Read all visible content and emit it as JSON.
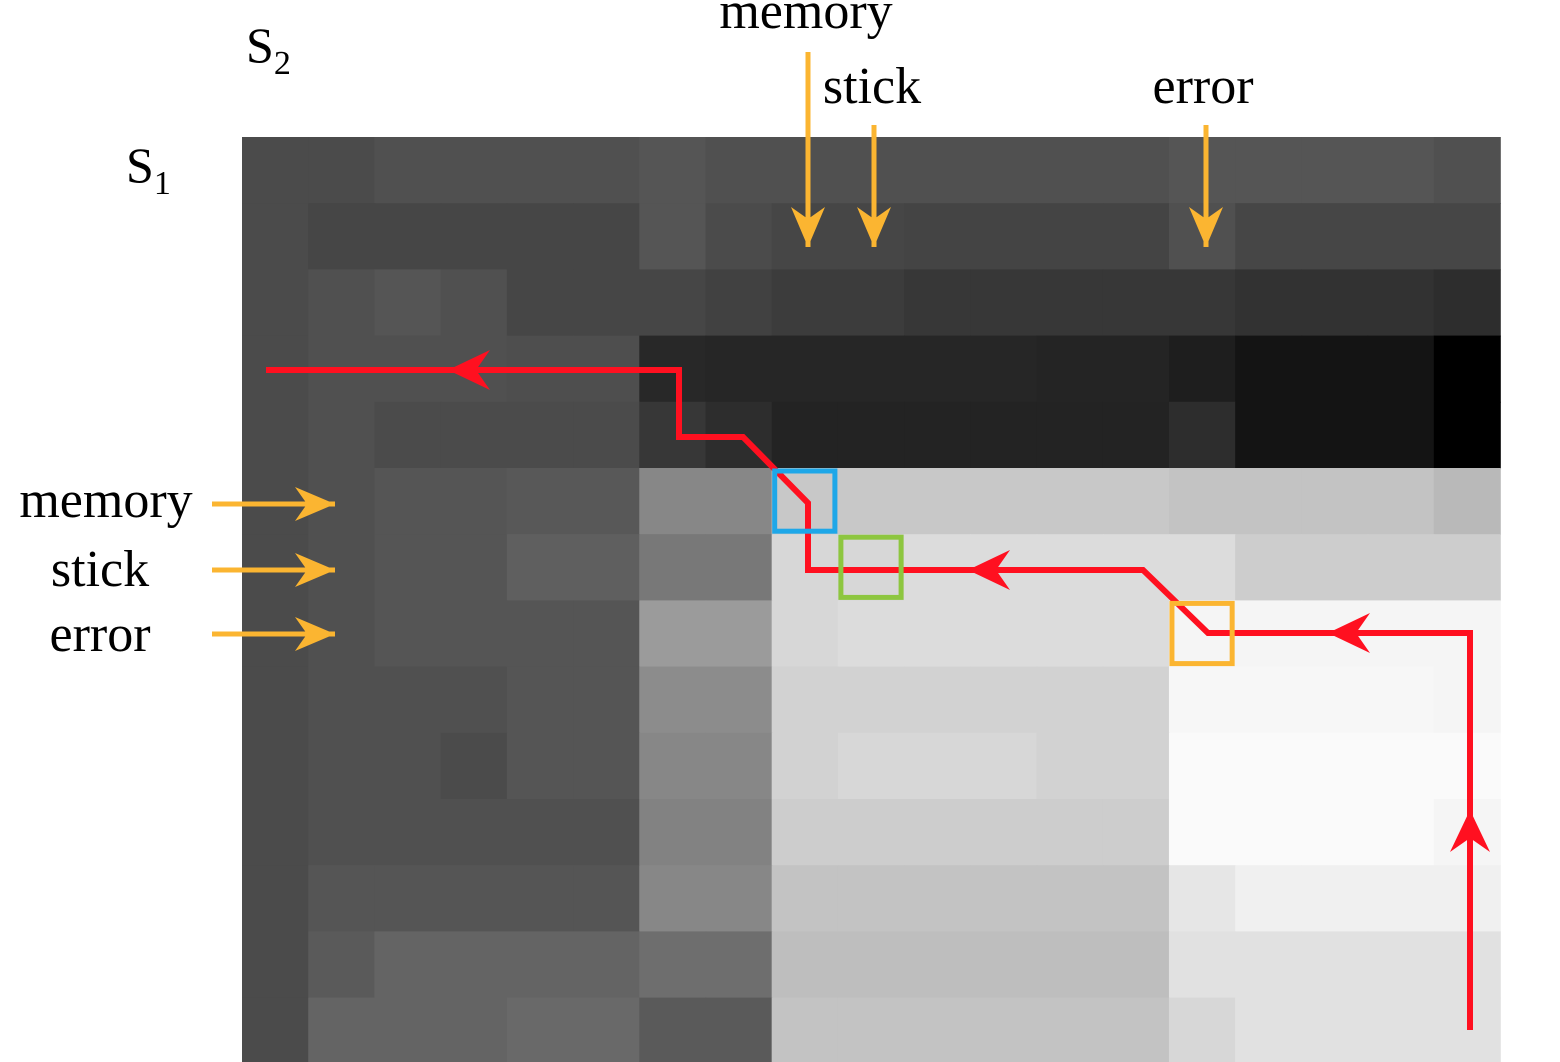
{
  "axes": {
    "s2": {
      "base": "S",
      "sub": "2"
    },
    "s1": {
      "base": "S",
      "sub": "1"
    }
  },
  "top_words": [
    "memory",
    "stick",
    "error"
  ],
  "left_words": [
    "memory",
    "stick",
    "error"
  ],
  "colors": {
    "path": "#ff1020",
    "arrow": "#fbb531",
    "box_blue": "#1ea7e8",
    "box_green": "#8dc63f",
    "box_orange": "#fbb531"
  },
  "matrix": {
    "rows": 14,
    "cols": 19,
    "grays": [
      [
        75,
        75,
        80,
        80,
        80,
        80,
        85,
        80,
        80,
        80,
        80,
        80,
        80,
        80,
        85,
        85,
        85,
        85,
        80
      ],
      [
        75,
        70,
        70,
        70,
        70,
        70,
        85,
        75,
        70,
        70,
        68,
        68,
        68,
        68,
        80,
        70,
        70,
        70,
        70
      ],
      [
        75,
        80,
        85,
        80,
        70,
        70,
        70,
        65,
        60,
        60,
        55,
        55,
        55,
        55,
        55,
        50,
        50,
        50,
        45
      ],
      [
        75,
        80,
        80,
        80,
        78,
        78,
        40,
        38,
        38,
        38,
        38,
        38,
        36,
        36,
        30,
        20,
        20,
        20,
        0
      ],
      [
        75,
        80,
        75,
        75,
        75,
        75,
        55,
        45,
        35,
        35,
        35,
        35,
        35,
        35,
        45,
        20,
        20,
        20,
        0
      ],
      [
        75,
        80,
        85,
        85,
        88,
        88,
        135,
        135,
        200,
        200,
        200,
        200,
        200,
        200,
        195,
        195,
        195,
        195,
        185
      ],
      [
        75,
        80,
        85,
        85,
        95,
        95,
        120,
        120,
        215,
        215,
        220,
        220,
        220,
        220,
        220,
        205,
        205,
        205,
        205
      ],
      [
        75,
        80,
        85,
        85,
        85,
        85,
        155,
        155,
        215,
        220,
        220,
        220,
        220,
        220,
        245,
        245,
        245,
        245,
        245
      ],
      [
        75,
        80,
        80,
        80,
        85,
        85,
        140,
        140,
        210,
        210,
        210,
        210,
        210,
        210,
        247,
        247,
        247,
        247,
        245
      ],
      [
        75,
        80,
        80,
        75,
        85,
        85,
        135,
        135,
        210,
        215,
        215,
        215,
        210,
        210,
        250,
        250,
        250,
        250,
        250
      ],
      [
        75,
        80,
        80,
        80,
        80,
        80,
        130,
        130,
        205,
        205,
        205,
        205,
        205,
        205,
        250,
        250,
        250,
        250,
        245
      ],
      [
        75,
        85,
        85,
        85,
        85,
        85,
        135,
        135,
        195,
        195,
        195,
        195,
        195,
        195,
        230,
        240,
        240,
        240,
        240
      ],
      [
        75,
        90,
        100,
        100,
        100,
        100,
        110,
        110,
        190,
        190,
        190,
        190,
        190,
        190,
        225,
        225,
        225,
        225,
        225
      ],
      [
        75,
        100,
        100,
        100,
        105,
        105,
        90,
        90,
        195,
        195,
        195,
        195,
        195,
        195,
        215,
        225,
        225,
        225,
        225
      ]
    ]
  },
  "path_cells": [
    [
      3,
      0
    ],
    [
      3,
      1
    ],
    [
      3,
      2
    ],
    [
      3,
      3
    ],
    [
      3,
      4
    ],
    [
      3,
      5
    ],
    [
      3,
      6
    ],
    [
      4,
      6
    ],
    [
      4,
      7
    ],
    [
      5,
      8
    ],
    [
      6,
      8
    ],
    [
      6,
      9
    ],
    [
      6,
      10
    ],
    [
      6,
      11
    ],
    [
      6,
      12
    ],
    [
      6,
      13
    ],
    [
      7,
      14
    ],
    [
      7,
      15
    ],
    [
      7,
      16
    ],
    [
      7,
      17
    ],
    [
      7,
      18
    ],
    [
      8,
      18
    ],
    [
      9,
      18
    ],
    [
      10,
      18
    ],
    [
      11,
      18
    ],
    [
      12,
      18
    ],
    [
      13,
      18
    ]
  ],
  "highlight_cells": [
    {
      "name": "blue",
      "row": 5,
      "col": 8
    },
    {
      "name": "green",
      "row": 6,
      "col": 9
    },
    {
      "name": "orange",
      "row": 7,
      "col": 14
    }
  ],
  "word_cells": {
    "top": [
      8,
      9,
      14
    ],
    "left": [
      5,
      6,
      7
    ]
  }
}
